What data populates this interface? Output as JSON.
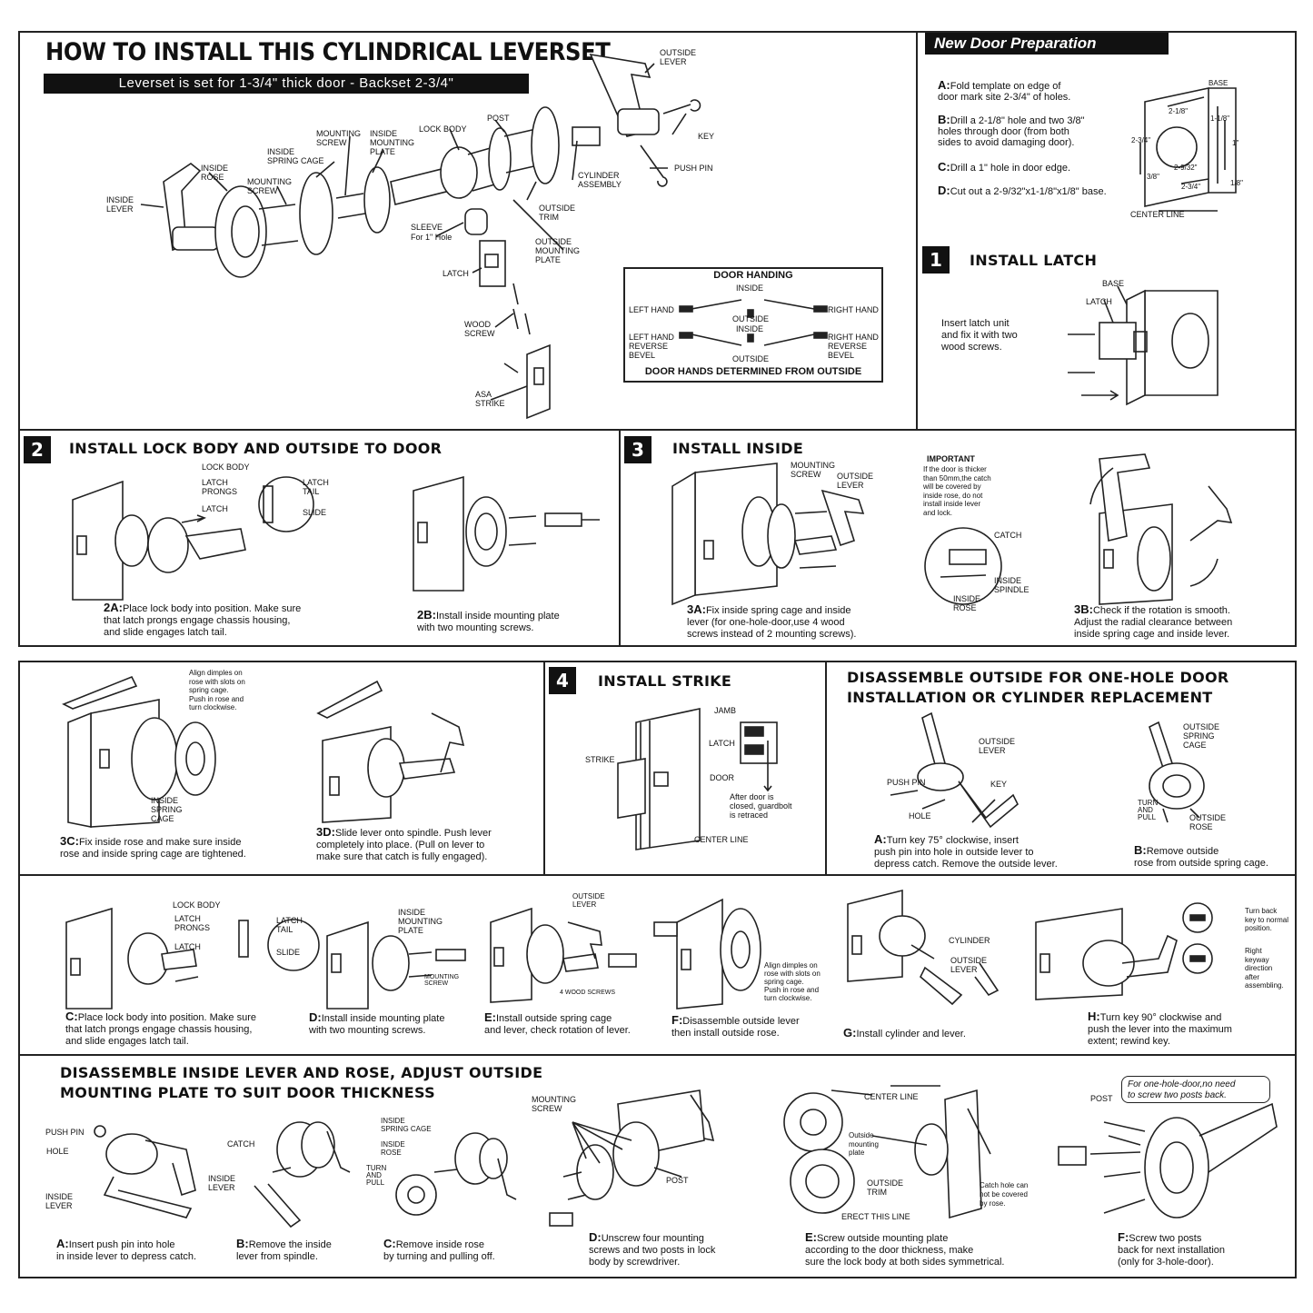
{
  "title": "HOW TO INSTALL THIS CYLINDRICAL LEVERSET",
  "subtitle": "Leverset is set for 1-3/4\" thick door - Backset 2-3/4\"",
  "exploded": {
    "outside_lever": "OUTSIDE\nLEVER",
    "key": "KEY",
    "push_pin": "PUSH PIN",
    "cylinder_assembly": "CYLINDER\nASSEMBLY",
    "post": "POST",
    "lock_body": "LOCK BODY",
    "inside_mounting_plate": "INSIDE\nMOUNTING\nPLATE",
    "mounting_screw_top": "MOUNTING\nSCREW",
    "inside_spring_cage": "INSIDE\nSPRING CAGE",
    "mounting_screw_left": "MOUNTING\nSCREW",
    "inside_rose": "INSIDE\nROSE",
    "inside_lever": "INSIDE\nLEVER",
    "outside_trim": "OUTSIDE\nTRIM",
    "outside_mounting_plate": "OUTSIDE\nMOUNTING\nPLATE",
    "sleeve": "SLEEVE",
    "sleeve_note": "For 1\" Hole",
    "latch": "LATCH",
    "wood_screw": "WOOD\nSCREW",
    "asa_strike": "ASA\nSTRIKE"
  },
  "door_handing": {
    "title": "DOOR HANDING",
    "inside_top": "INSIDE",
    "left_hand": "LEFT HAND",
    "right_hand": "RIGHT HAND",
    "outside_mid": "OUTSIDE",
    "inside_mid": "INSIDE",
    "left_reverse": "LEFT HAND\nREVERSE\nBEVEL",
    "right_reverse": "RIGHT HAND\nREVERSE\nBEVEL",
    "outside_bottom": "OUTSIDE",
    "footer": "DOOR HANDS DETERMINED FROM OUTSIDE"
  },
  "new_door_prep": {
    "title": "New Door Preparation",
    "steps": [
      {
        "letter": "A:",
        "text": "Fold template on edge of\ndoor mark site 2-3/4\" of holes."
      },
      {
        "letter": "B:",
        "text": "Drill a 2-1/8\" hole and two 3/8\"\nholes through door (from both\nsides to avoid damaging door)."
      },
      {
        "letter": "C:",
        "text": "Drill a 1\" hole in door edge."
      },
      {
        "letter": "D:",
        "text": "Cut out a 2-9/32\"x1-1/8\"x1/8\" base."
      }
    ],
    "labels": {
      "base": "BASE",
      "d1": "2-1/8\"",
      "d2": "1-1/8\"",
      "d3": "2-3/4\"",
      "d4": "1\"",
      "d5": "2-9/32\"",
      "d6": "3/8\"",
      "d7": "2-3/4\"",
      "d8": "1/8\"",
      "center_line": "CENTER LINE"
    }
  },
  "step1": {
    "num": "1",
    "title": "INSTALL LATCH",
    "text": "Insert latch unit\nand fix it with two\nwood screws.",
    "base": "BASE",
    "latch": "LATCH"
  },
  "step2": {
    "num": "2",
    "title": "INSTALL LOCK BODY AND OUTSIDE  TO DOOR",
    "lock_body": "LOCK BODY",
    "latch_prongs": "LATCH\nPRONGS",
    "latch": "LATCH",
    "latch_tail": "LATCH\nTAIL",
    "slide": "SLIDE",
    "a_letter": "2A:",
    "a_text": "Place lock body into position. Make sure\nthat latch prongs engage chassis housing,\nand slide engages latch tail.",
    "b_letter": "2B:",
    "b_text": "Install inside mounting plate\nwith two mounting screws."
  },
  "step3": {
    "num": "3",
    "title": "INSTALL INSIDE",
    "mounting_screw": "MOUNTING\nSCREW",
    "outside_lever": "OUTSIDE\nLEVER",
    "important_title": "IMPORTANT",
    "important_text": "If  the door is thicker\nthan 50mm,the catch\nwill be covered by\ninside rose, do not\ninstall inside lever\nand lock.",
    "catch": "CATCH",
    "inside_spindle": "INSIDE\nSPINDLE",
    "inside_rose": "INSIDE\nROSE",
    "a_letter": "3A:",
    "a_text": "Fix inside spring cage and inside\nlever (for one-hole-door,use 4 wood\nscrews instead of 2 mounting screws).",
    "b_letter": "3B:",
    "b_text": "Check if the rotation is smooth.\nAdjust the radial clearance between\ninside spring cage and inside lever."
  },
  "step3c": {
    "align_note": "Align dimples on\nrose with slots on\nspring cage.\nPush in rose and\nturn clockwise.",
    "inside_spring_cage": "INSIDE\nSPRING\nCAGE",
    "c_letter": "3C:",
    "c_text": "Fix inside rose and make sure inside\nrose and inside spring cage are tightened.",
    "d_letter": "3D:",
    "d_text": "Slide lever onto spindle. Push  lever\ncompletely into place. (Pull on lever  to\nmake sure that catch is fully engaged)."
  },
  "step4": {
    "num": "4",
    "title": "INSTALL STRIKE",
    "jamb": "JAMB",
    "strike": "STRIKE",
    "latch": "LATCH",
    "door": "DOOR",
    "note": "After door is\nclosed, guardbolt\nis retraced",
    "center_line": "CENTER  LINE"
  },
  "disassemble_outside": {
    "title": "DISASSEMBLE OUTSIDE FOR ONE-HOLE DOOR\nINSTALLATION  OR CYLINDER REPLACEMENT",
    "outside_lever": "OUTSIDE\nLEVER",
    "push_pin": "PUSH PIN",
    "key": "KEY",
    "hole": "HOLE",
    "outside_spring_cage": "OUTSIDE\nSPRING\nCAGE",
    "turn_and_pull": "TURN\nAND\nPULL",
    "outside_rose": "OUTSIDE\nROSE",
    "a_letter": "A:",
    "a_text": "Turn key 75°  clockwise, insert\npush pin into hole in outside lever to\ndepress catch. Remove the outside lever.",
    "b_letter": "B:",
    "b_text": "Remove outside\nrose from outside spring cage."
  },
  "row_cdefgh": {
    "lock_body": "LOCK BODY",
    "latch_prongs": "LATCH\nPRONGS",
    "latch": "LATCH",
    "latch_tail": "LATCH\nTAIL",
    "slide": "SLIDE",
    "inside_mounting_plate": "INSIDE\nMOUNTING\nPLATE",
    "mounting_screw": "MOUNTING\nSCREW",
    "outside_lever": "OUTSIDE\nLEVER",
    "four_wood_screws": "4 WOOD SCREWS",
    "align_note": "Align dimples on\nrose with slots on\nspring cage.\nPush in rose and\nturn clockwise.",
    "cylinder": "CYLINDER",
    "outside_lever_g": "OUTSIDE\nLEVER",
    "turn_back": "Turn back\nkey to normal\nposition.",
    "right_keyway": "Right\nkeyway\ndirection\nafter\nassembling.",
    "c_letter": "C:",
    "c_text": "Place lock body into position. Make sure\nthat latch prongs engage chassis housing,\nand slide engages latch tail.",
    "d_letter": "D:",
    "d_text": "Install inside mounting plate\nwith two mounting screws.",
    "e_letter": "E:",
    "e_text": "Install outside spring cage\nand lever, check rotation of lever.",
    "f_letter": "F:",
    "f_text": "Disassemble outside lever\nthen install outside rose.",
    "g_letter": "G:",
    "g_text": "Install cylinder and lever.",
    "h_letter": "H:",
    "h_text": "Turn key 90°  clockwise and\npush the lever into the maximum\nextent; rewind key."
  },
  "disassemble_inside": {
    "title": "DISASSEMBLE INSIDE LEVER AND ROSE, ADJUST OUTSIDE\nMOUNTING PLATE TO SUIT DOOR THICKNESS",
    "push_pin": "PUSH PIN",
    "hole": "HOLE",
    "inside_lever": "INSIDE\nLEVER",
    "catch": "CATCH",
    "inside_lever_b": "INSIDE\nLEVER",
    "inside_spring_cage": "INSIDE\nSPRING CAGE",
    "inside_rose": "INSIDE\nROSE",
    "turn_and_pull": "TURN\nAND\nPULL",
    "mounting_screw": "MOUNTING\nSCREW",
    "post": "POST",
    "center_line": "CENTER LINE",
    "outside_mounting_plate": "Outside\nmounting\nplate",
    "outside_trim": "OUTSIDE\nTRIM",
    "catch_hole_note": "Catch hole can\nnot be covered\nby rose.",
    "erect_line": "ERECT THIS LINE",
    "post_f": "POST",
    "one_hole_note": "For one-hole-door,no need\nto screw two posts back.",
    "a_letter": "A:",
    "a_text": "Insert push pin into hole\nin inside lever to depress catch.",
    "b_letter": "B:",
    "b_text": "Remove the inside\nlever from spindle.",
    "c_letter": "C:",
    "c_text": "Remove inside rose\nby turning and pulling off.",
    "d_letter": "D:",
    "d_text": "Unscrew four mounting\nscrews and two posts in lock\nbody by screwdriver.",
    "e_letter": "E:",
    "e_text": "Screw outside mounting plate\naccording to the door thickness, make\nsure the lock body at both sides symmetrical.",
    "f_letter": "F:",
    "f_text": "Screw two posts\nback for next installation\n(only for 3-hole-door)."
  }
}
